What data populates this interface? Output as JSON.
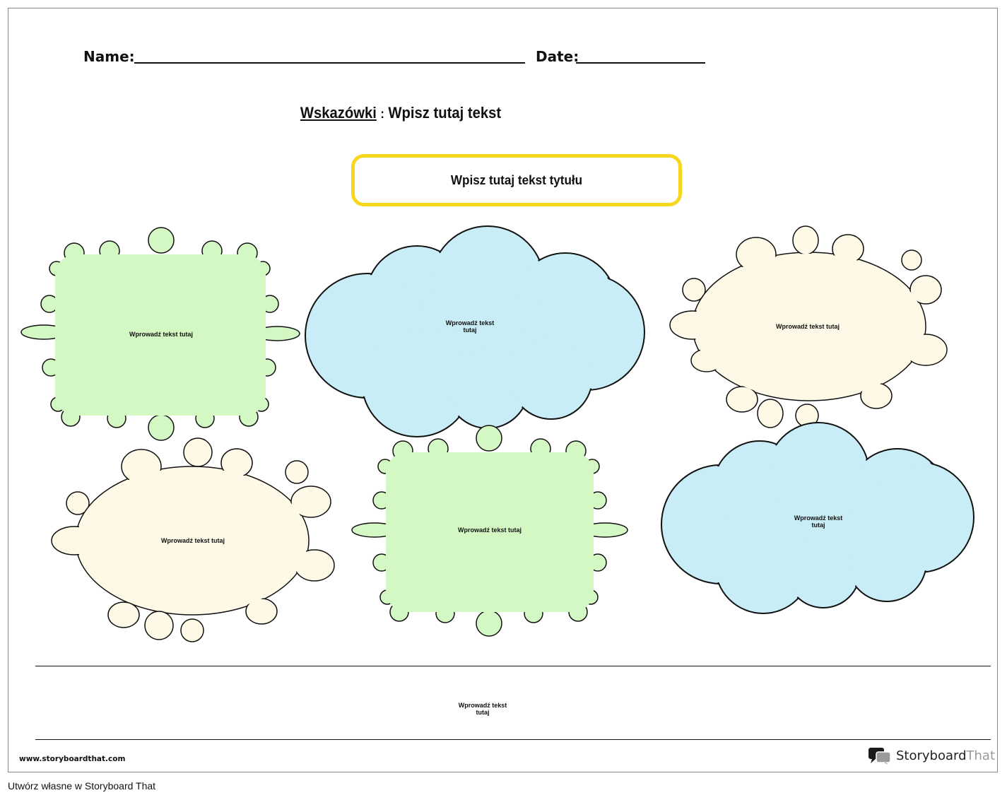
{
  "header": {
    "name_label": "Name:",
    "date_label": "Date:"
  },
  "directions": {
    "label": "Wskazówki",
    "separator": ":",
    "text": "Wpisz tutaj tekst"
  },
  "title_box": {
    "text": "Wpisz tutaj tekst tytułu",
    "border_color": "#f7d61e"
  },
  "shapes": [
    {
      "kind": "green-burst",
      "text": "Wprowadź tekst tutaj",
      "fill": "#d4f8c4"
    },
    {
      "kind": "blue-cloud",
      "text_line1": "Wprowadź tekst",
      "text_line2": "tutaj",
      "fill": "#c8edf6"
    },
    {
      "kind": "cream-splat",
      "text": "Wprowadź tekst tutaj",
      "fill": "#fdf9e6"
    },
    {
      "kind": "cream-splat",
      "text": "Wprowadź tekst tutaj",
      "fill": "#fdf9e6"
    },
    {
      "kind": "green-burst",
      "text": "Wprowadź tekst tutaj",
      "fill": "#d4f8c4"
    },
    {
      "kind": "blue-cloud",
      "text_line1": "Wprowadź tekst",
      "text_line2": "tutaj",
      "fill": "#c8edf6"
    }
  ],
  "bottom_box": {
    "text_line1": "Wprowadź tekst",
    "text_line2": "tutaj"
  },
  "footer": {
    "site": "www.storyboardthat.com",
    "brand_dark": "Storyboard",
    "brand_light": "That",
    "create_own": "Utwórz własne w Storyboard That"
  }
}
